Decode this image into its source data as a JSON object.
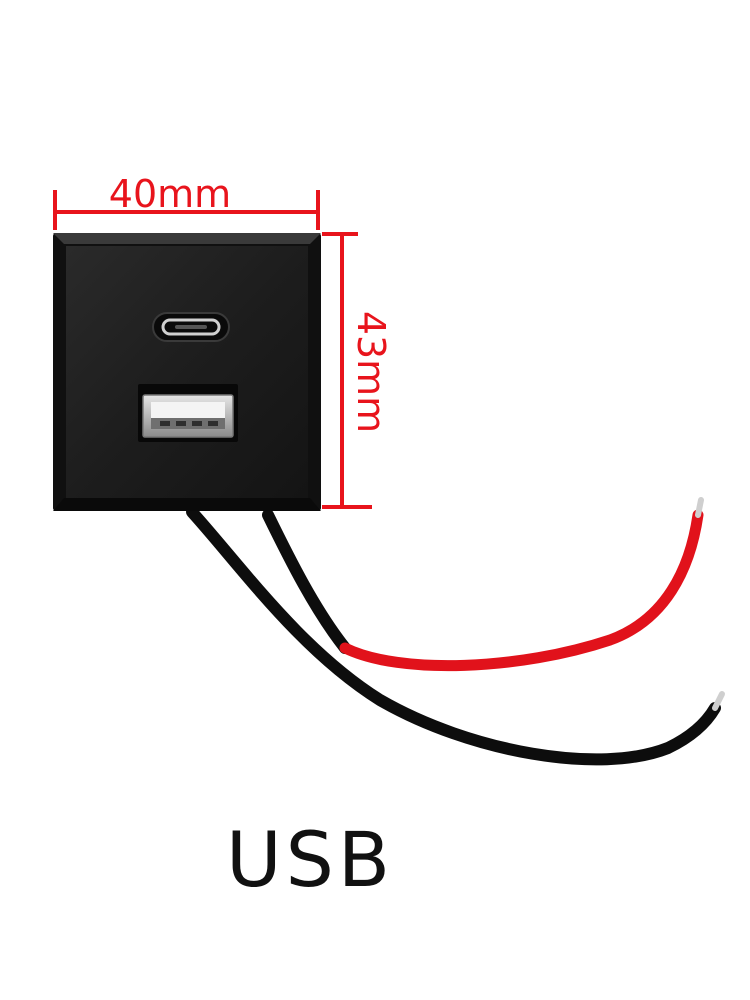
{
  "product": {
    "width_label": "40mm",
    "height_label": "43mm",
    "caption": "USB"
  },
  "colors": {
    "dimension": "#e8141c",
    "body": "#151515",
    "body_face": "#1f1f1f",
    "wire_black": "#0d0d0d",
    "wire_red": "#e1121b",
    "metal": "#c9c9c9"
  },
  "icons": {
    "usb_c": "usb-c-port-icon",
    "usb_a": "usb-a-port-icon"
  }
}
